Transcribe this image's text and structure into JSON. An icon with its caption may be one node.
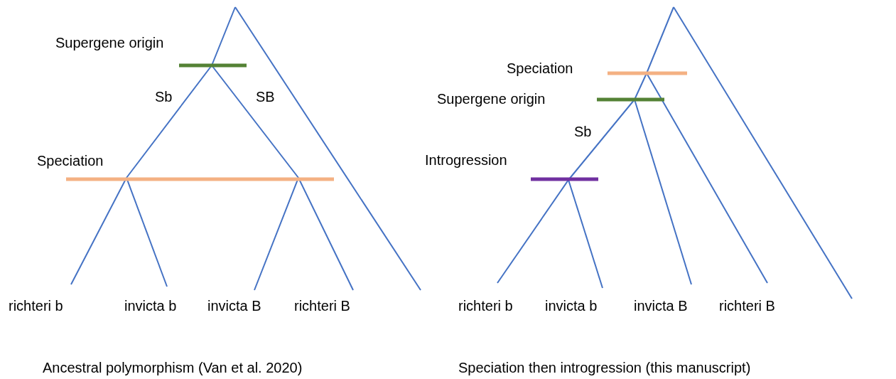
{
  "diagram": {
    "labels": [
      "Supergene origin",
      "Sb",
      "SB",
      "Speciation",
      "richteri b",
      "invicta b",
      "invicta B",
      "richteri B",
      "Speciation",
      "Supergene origin",
      "Sb",
      "Introgression",
      "richteri b",
      "invicta b",
      "invicta B",
      "richteri B",
      "Ancestral polymorphism (Van et al. 2020)",
      "Speciation then introgression (this manuscript)"
    ]
  }
}
